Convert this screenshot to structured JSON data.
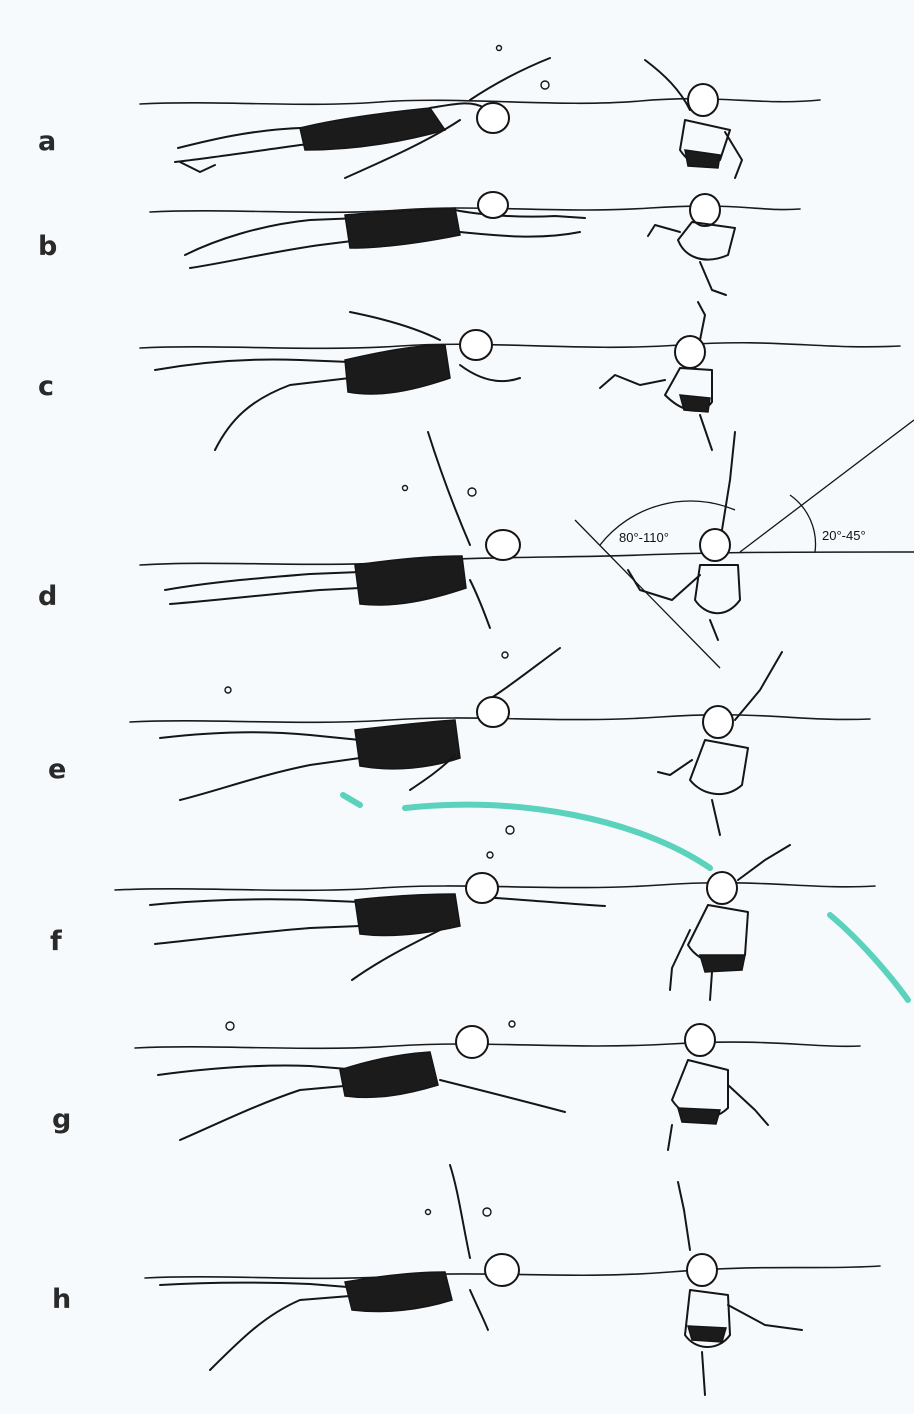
{
  "rows": [
    {
      "label": "a"
    },
    {
      "label": "b"
    },
    {
      "label": "c"
    },
    {
      "label": "d"
    },
    {
      "label": "e"
    },
    {
      "label": "f"
    },
    {
      "label": "g"
    },
    {
      "label": "h"
    }
  ],
  "angles": {
    "entry_range": "80°-110°",
    "roll_range": "20°-45°"
  },
  "colors": {
    "ink": "#151515",
    "paper": "#f6fafd",
    "marker": "#3fcab0"
  }
}
